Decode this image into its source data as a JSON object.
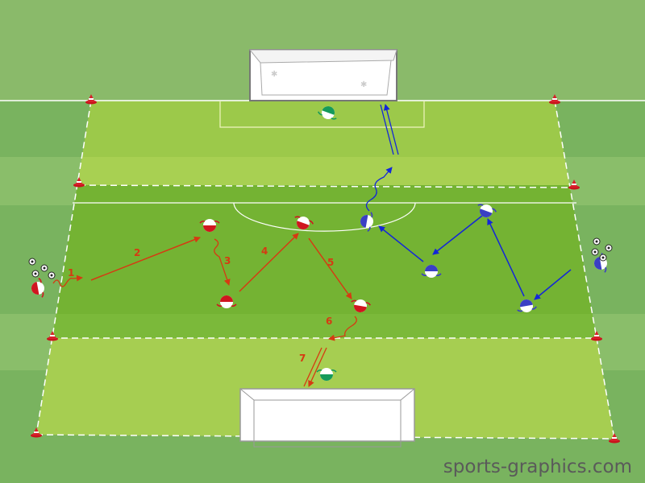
{
  "watermark": "sports-graphics.com",
  "step_labels": [
    "1",
    "2",
    "3",
    "4",
    "5",
    "6",
    "7"
  ],
  "colors": {
    "attack_team": "#d0161f",
    "defend_team": "#3a3fc4",
    "goalkeeper": "#159a5a",
    "red_arrows": "#d63a12",
    "blue_arrows": "#1326d8",
    "pitch_light": "#a6ce51",
    "pitch_dark": "#74b333"
  }
}
